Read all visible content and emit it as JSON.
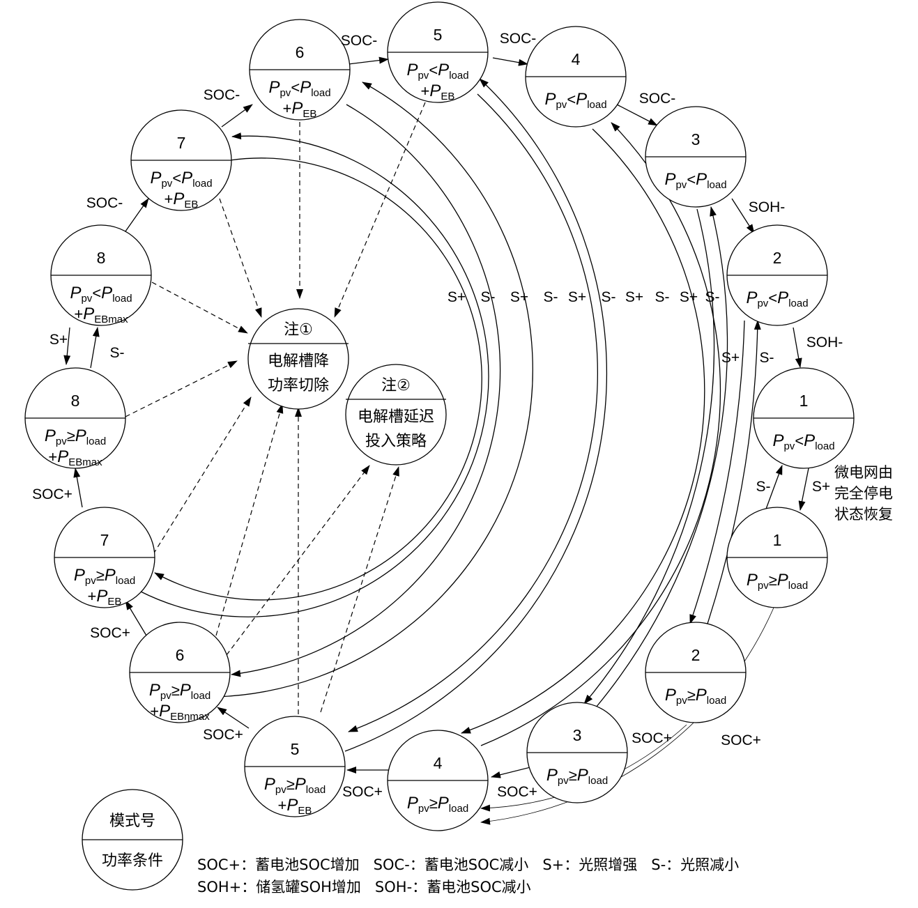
{
  "nodes": [
    {
      "id": "top-6",
      "mode": "6",
      "op": "<",
      "extra": "EB"
    },
    {
      "id": "top-5",
      "mode": "5",
      "op": "<",
      "extra": "EB"
    },
    {
      "id": "top-4",
      "mode": "4",
      "op": "<",
      "extra": null
    },
    {
      "id": "top-3",
      "mode": "3",
      "op": "<",
      "extra": null
    },
    {
      "id": "top-2",
      "mode": "2",
      "op": "<",
      "extra": null
    },
    {
      "id": "top-1",
      "mode": "1",
      "op": "<",
      "extra": null
    },
    {
      "id": "bottom-1",
      "mode": "1",
      "op": "≥",
      "extra": null
    },
    {
      "id": "bottom-2",
      "mode": "2",
      "op": "≥",
      "extra": null
    },
    {
      "id": "bottom-3",
      "mode": "3",
      "op": "≥",
      "extra": null
    },
    {
      "id": "bottom-4",
      "mode": "4",
      "op": "≥",
      "extra": null
    },
    {
      "id": "bottom-5",
      "mode": "5",
      "op": "≥",
      "extra": "EB"
    },
    {
      "id": "bottom-6",
      "mode": "6",
      "op": "≥",
      "extra": "EBηmax"
    },
    {
      "id": "bottom-7",
      "mode": "7",
      "op": "≥",
      "extra": "EB"
    },
    {
      "id": "bottom-8",
      "mode": "8",
      "op": "≥",
      "extra": "EBmax"
    },
    {
      "id": "top-8",
      "mode": "8",
      "op": "<",
      "extra": "EBmax"
    },
    {
      "id": "top-7",
      "mode": "7",
      "op": "<",
      "extra": "EB"
    }
  ],
  "power_symbol": "P",
  "sub_pv": "pv",
  "sub_load": "load",
  "plus": "+",
  "note1": {
    "title": "注①",
    "line1": "电解槽降",
    "line2": "功率切除"
  },
  "note2": {
    "title": "注②",
    "line1": "电解槽延迟",
    "line2": "投入策略"
  },
  "recovery_note": [
    "微电网由",
    "完全停电",
    "状态恢复"
  ],
  "transition_labels": {
    "soc_minus": "SOC-",
    "soc_plus": "SOC+",
    "soh_minus": "SOH-",
    "s_plus": "S+",
    "s_minus": "S-"
  },
  "legend": {
    "mode_label": "模式号",
    "condition_label": "功率条件",
    "line1": "SOC+：蓄电池SOC增加   SOC-：蓄电池SOC减小   S+：光照增强   S-：光照减小",
    "line2": "SOH+：储氢罐SOH增加   SOH-：蓄电池SOC减小"
  }
}
